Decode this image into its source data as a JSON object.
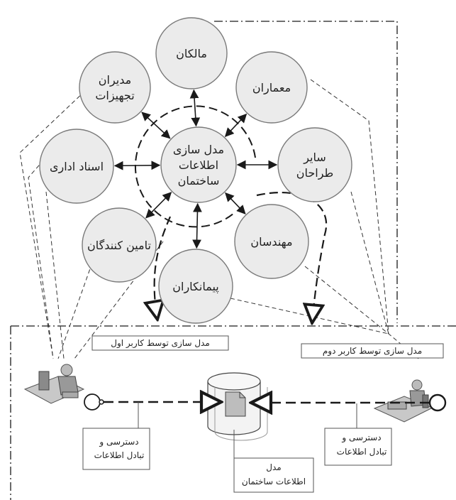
{
  "center": {
    "lines": [
      "مدل سازی",
      "اطلاعات",
      "ساختمان"
    ]
  },
  "nodes": [
    {
      "id": "owners",
      "lines": [
        "مالکان"
      ]
    },
    {
      "id": "architects",
      "lines": [
        "معماران"
      ]
    },
    {
      "id": "other-designers",
      "lines": [
        "سایر",
        "طراحان"
      ]
    },
    {
      "id": "engineers",
      "lines": [
        "مهندسان"
      ]
    },
    {
      "id": "contractors",
      "lines": [
        "پیمانکاران"
      ]
    },
    {
      "id": "suppliers",
      "lines": [
        "تامین کنندگان"
      ]
    },
    {
      "id": "administrative-docs",
      "lines": [
        "اسناد اداری"
      ]
    },
    {
      "id": "facility-managers",
      "lines": [
        "مدیران",
        "تجهیزات"
      ]
    }
  ],
  "bottom": {
    "user1_label": "مدل سازی توسط کاربر اول",
    "user2_label": "مدل سازی توسط کاربر دوم",
    "exchange_left": [
      "دسترسی و",
      "تبادل اطلاعات"
    ],
    "exchange_right": [
      "دسترسی و",
      "تبادل اطلاعات"
    ],
    "model_label": [
      "مدل",
      "اطلاعات ساختمان"
    ]
  },
  "colors": {
    "circle_fill": "#ebebeb",
    "circle_stroke": "#7a7a7a",
    "line": "#1a1a1a"
  }
}
